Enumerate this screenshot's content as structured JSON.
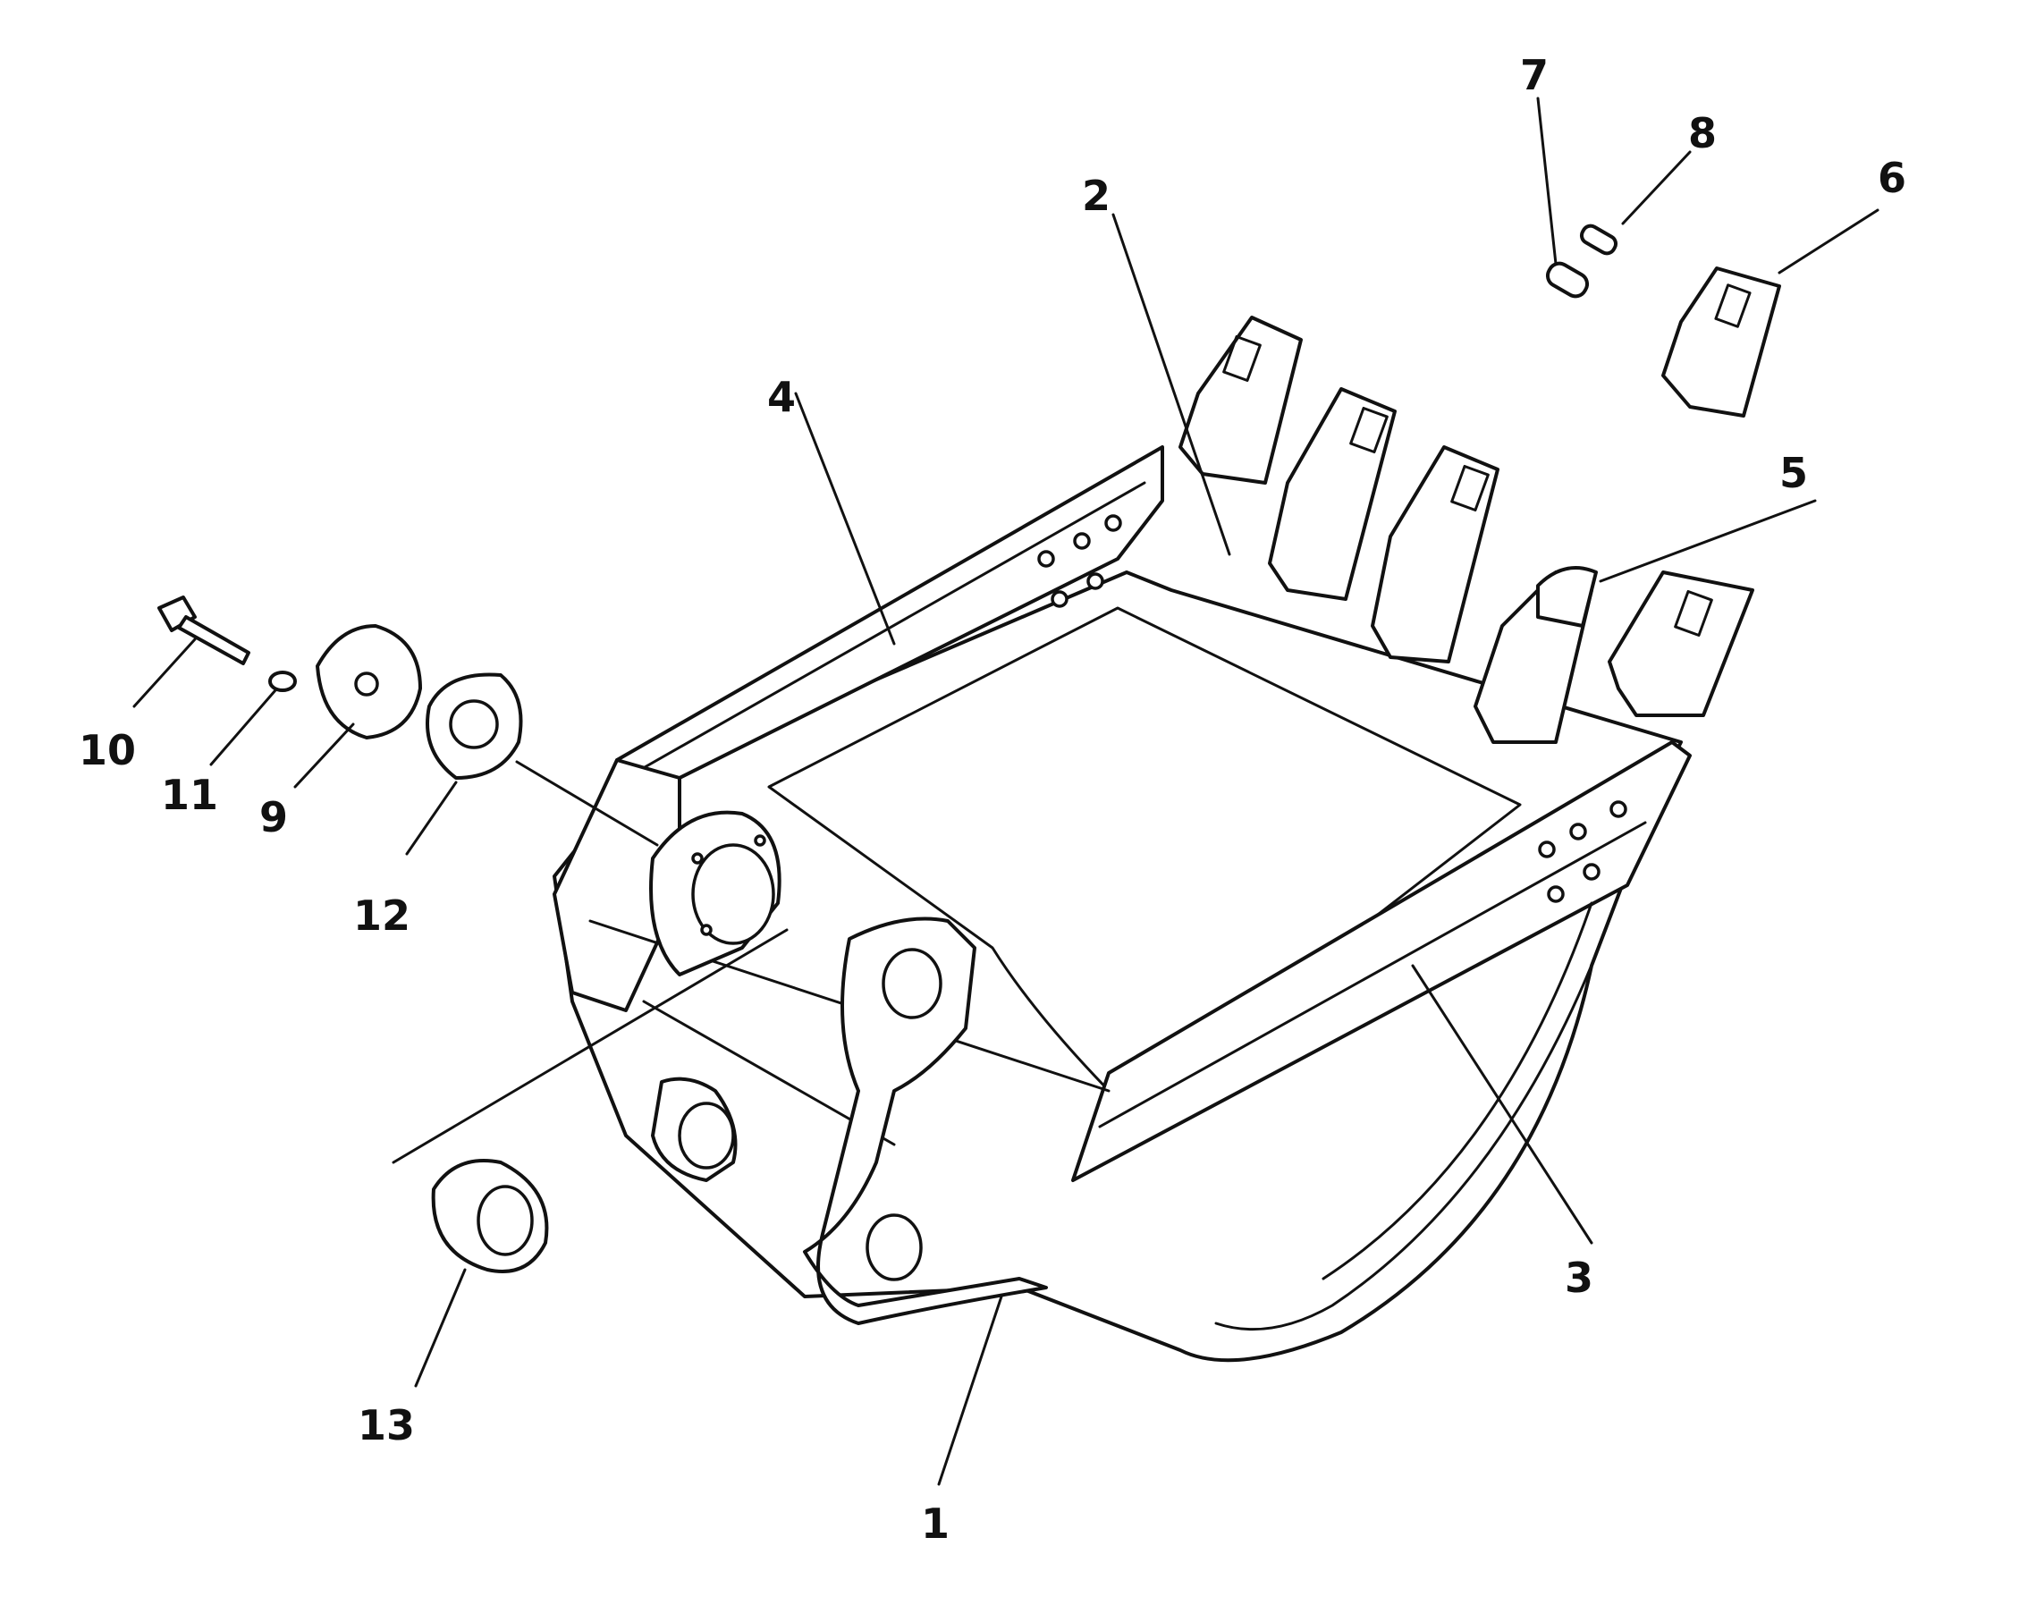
{
  "diagram": {
    "subject": "Excavator bucket assembly — exploded parts view",
    "callouts": [
      {
        "id": "1",
        "label": "1"
      },
      {
        "id": "2",
        "label": "2"
      },
      {
        "id": "3",
        "label": "3"
      },
      {
        "id": "4",
        "label": "4"
      },
      {
        "id": "5",
        "label": "5"
      },
      {
        "id": "6",
        "label": "6"
      },
      {
        "id": "7",
        "label": "7"
      },
      {
        "id": "8",
        "label": "8"
      },
      {
        "id": "9",
        "label": "9"
      },
      {
        "id": "10",
        "label": "10"
      },
      {
        "id": "11",
        "label": "11"
      },
      {
        "id": "12",
        "label": "12"
      },
      {
        "id": "13",
        "label": "13"
      }
    ],
    "line_color": "#111111",
    "background": "#ffffff"
  }
}
